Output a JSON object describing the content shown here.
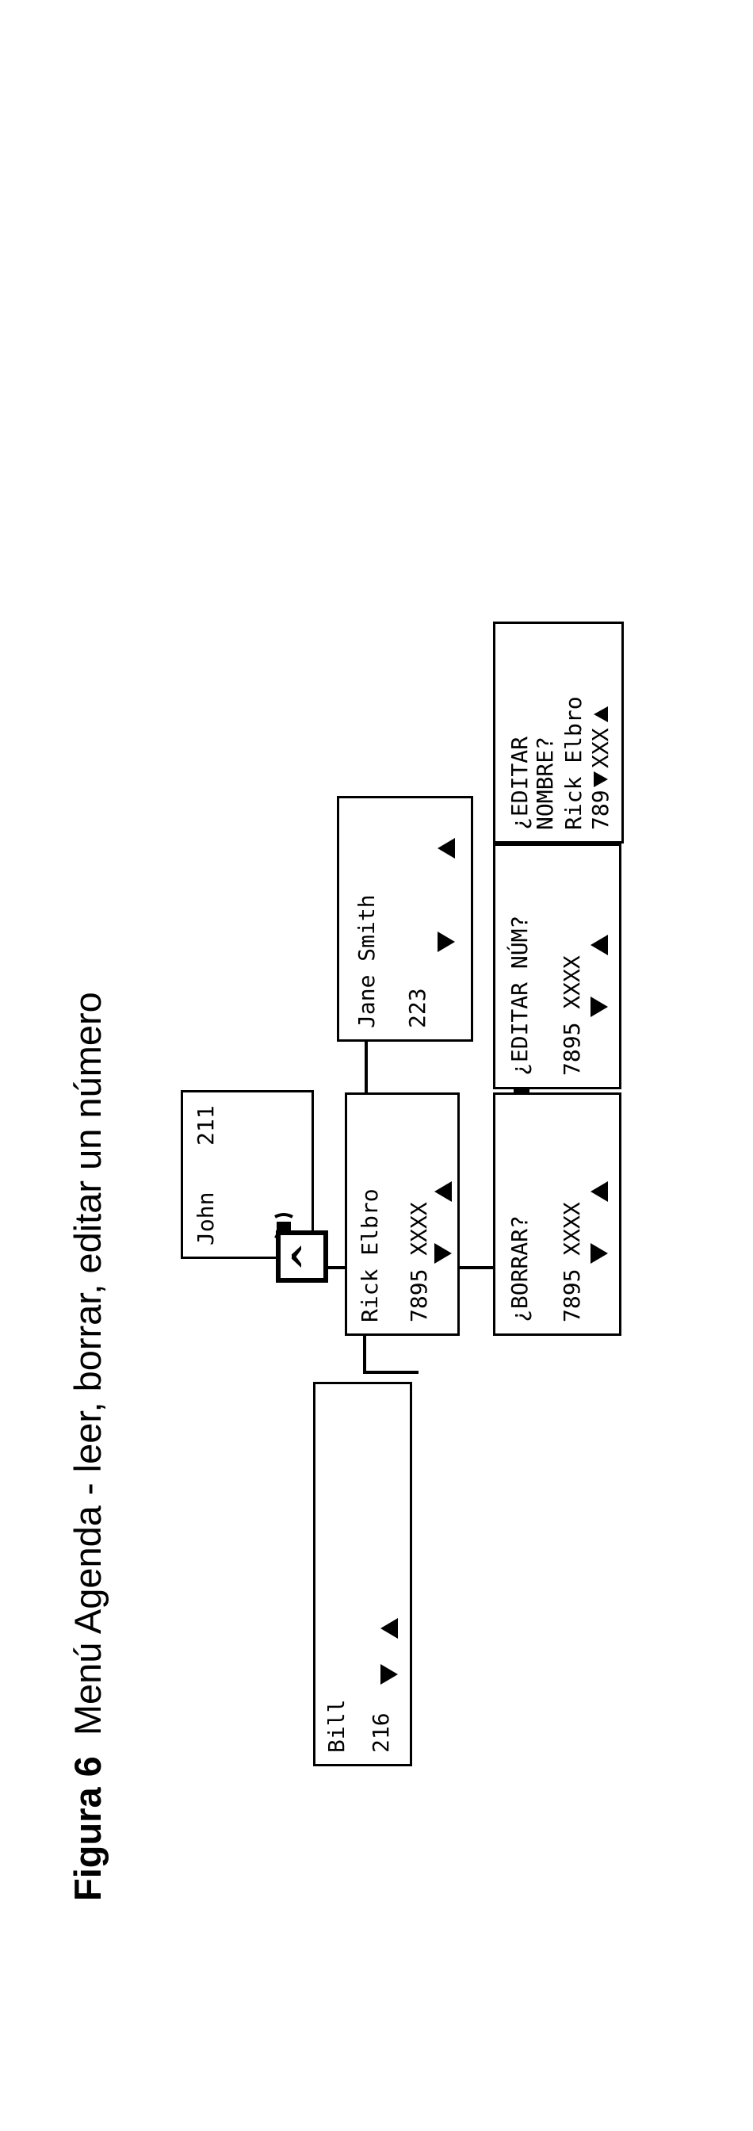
{
  "caption": {
    "figure_label": "Figura 6",
    "title": "Menú Agenda - leer, borrar, editar un número"
  },
  "screens": {
    "bill": {
      "line1": "Bill",
      "line2": "216"
    },
    "john": {
      "line1": "John",
      "line1_right": "211"
    },
    "rick": {
      "line1": "Rick Elbro",
      "line2": "7895 XXXX"
    },
    "jane": {
      "line1": "Jane Smith",
      "line2": "223"
    },
    "borrar": {
      "line1": "¿BORRAR?",
      "line2": "7895 XXXX"
    },
    "editar_num": {
      "line1": "¿EDITAR NÚM?",
      "line2": "7895 XXXX"
    },
    "editar_nombre": {
      "line1": "¿EDITAR",
      "line2": "NOMBRE?",
      "line3": "Rick Elbro",
      "line4": "789",
      "line4_tail": "XXX"
    }
  },
  "keys": {
    "back_key_label": "^"
  },
  "icons": {
    "arrow_up": "triangle-up-icon",
    "arrow_down": "triangle-down-icon",
    "ringer": "ringer-icon"
  }
}
